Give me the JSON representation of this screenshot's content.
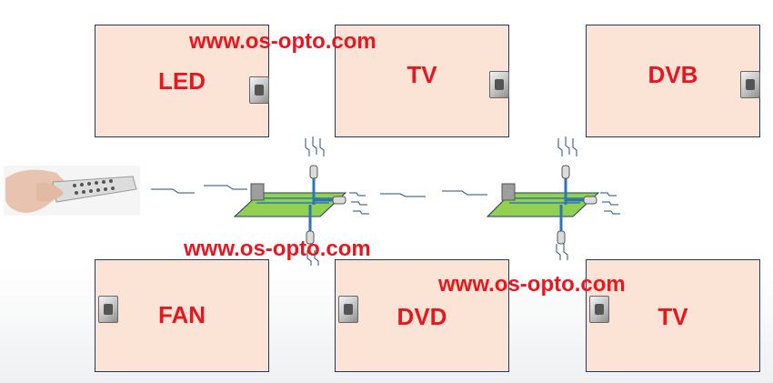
{
  "boxes": {
    "led": "LED",
    "tv_top": "TV",
    "dvb": "DVB",
    "fan": "FAN",
    "dvd": "DVD",
    "tv_bottom": "TV"
  },
  "watermarks": {
    "top": "www.os-opto.com",
    "middle": "www.os-opto.com",
    "bottom_right": "www.os-opto.com"
  },
  "colors": {
    "box_fill": "#fbe4d5",
    "box_border": "#1f3864",
    "label": "#e8161f",
    "board": "#92d050"
  },
  "icons": [
    "hand-remote-control-icon",
    "ir-sensor-icon",
    "ir-led-icon",
    "signal-wave-icon"
  ]
}
